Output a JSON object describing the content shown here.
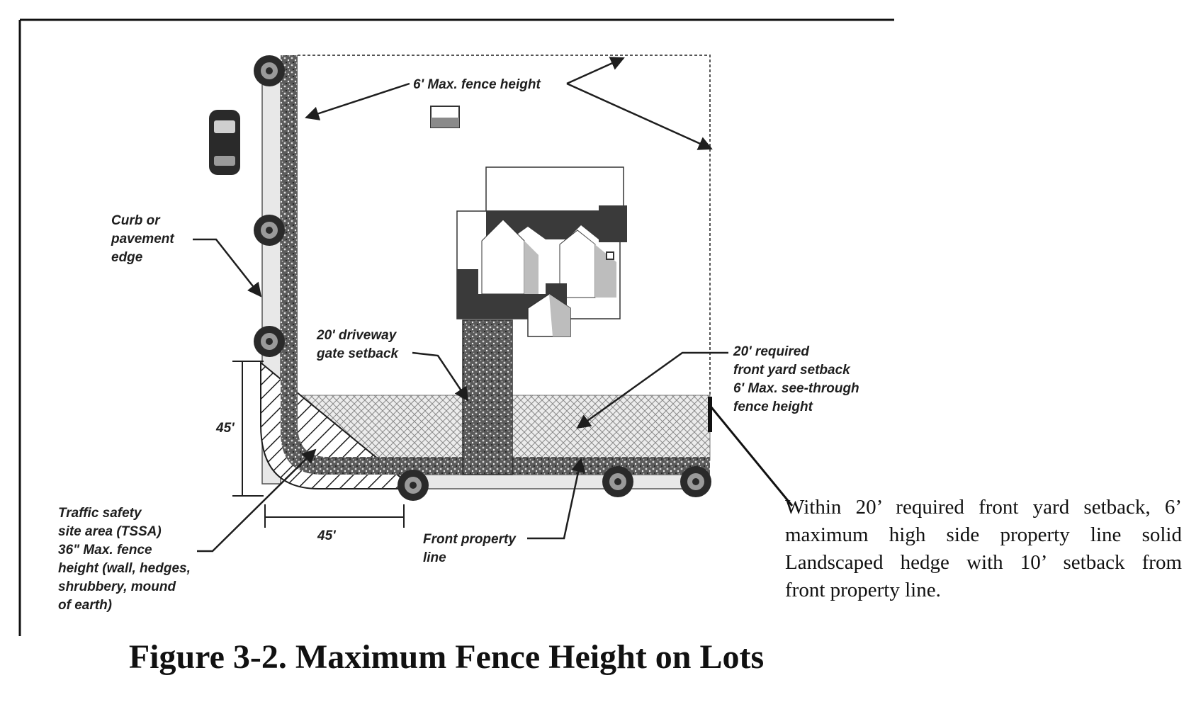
{
  "labels": {
    "max_fence": "6' Max. fence height",
    "curb": [
      "Curb or",
      "pavement",
      "edge"
    ],
    "driveway": [
      "20' driveway",
      "gate setback"
    ],
    "front_setback": [
      "20' required",
      "front yard setback",
      "6' Max. see-through",
      "fence height"
    ],
    "dim_vertical": "45'",
    "dim_horizontal": "45'",
    "tssa": [
      "Traffic safety",
      "site area (TSSA)",
      "36\" Max. fence",
      "height (wall, hedges,",
      "shrubbery, mound",
      "of earth)"
    ],
    "front_line": [
      "Front property",
      "line"
    ]
  },
  "note_lines": [
    "Within 20’ required front yard setback, 6’",
    "maximum high side property line solid",
    "Landscaped hedge with 10’ setback from",
    "front property line."
  ],
  "caption": "Figure 3-2. Maximum Fence Height on Lots",
  "colors": {
    "ink": "#1e1e1e",
    "roof_dark": "#3a3a3a",
    "roof_mid": "#bdbdbd"
  }
}
